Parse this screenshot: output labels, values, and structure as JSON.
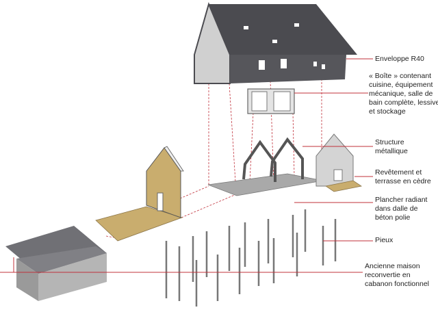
{
  "labels": {
    "envelope": "Enveloppe R40",
    "box": [
      "« Boîte » contenant",
      "cuisine, équipement",
      "mécanique, salle de",
      "bain complète, lessive",
      "et stockage"
    ],
    "structure": [
      "Structure",
      "métallique"
    ],
    "cladding": [
      "Revêtement et",
      "terrasse en cèdre"
    ],
    "floor": [
      "Plancher radiant",
      "dans dalle de",
      "béton polie"
    ],
    "piles": "Pieux",
    "old_house": [
      "Ancienne maison",
      "reconvertie en",
      "cabanon fonctionnel"
    ]
  },
  "colors": {
    "leader": "#c0303a",
    "roof": "#4b4b50",
    "wall_light": "#cfcfcf",
    "wood": "#c9ad6e",
    "concrete": "#a9a9a9"
  }
}
